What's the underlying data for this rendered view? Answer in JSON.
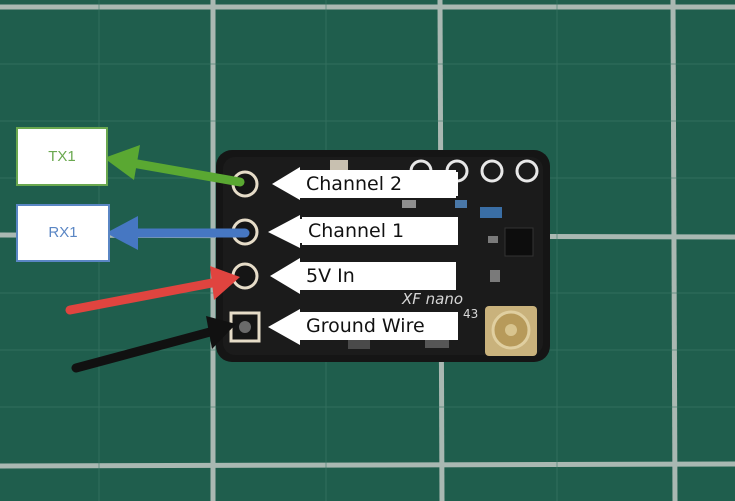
{
  "image": {
    "description_colors": {
      "mat": "#1f5e4d",
      "grid": "#b9c2bd",
      "board": "#151515",
      "tx_wire": "#5aa832",
      "rx_wire": "#4677c2",
      "power_wire": "#e0443f",
      "ground_wire": "#111111"
    },
    "boxes": {
      "tx": "TX1",
      "rx": "RX1"
    },
    "pin_labels": {
      "ch2": "Channel 2",
      "ch1": "Channel 1",
      "v5": "5V In",
      "gnd": "Ground Wire"
    },
    "board_silk": "XF nano",
    "board_silk_num": "43"
  }
}
